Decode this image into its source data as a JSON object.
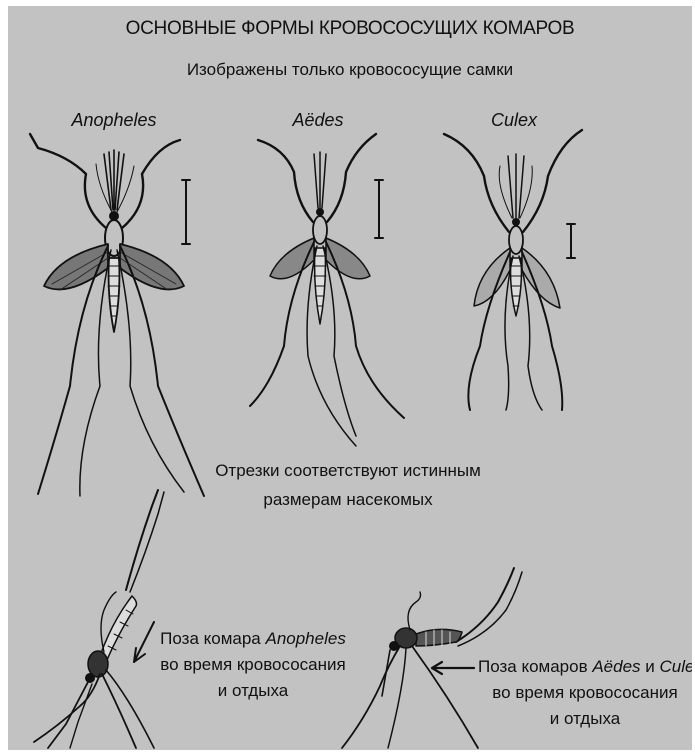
{
  "title": "ОСНОВНЫЕ ФОРМЫ КРОВОСОСУЩИХ КОМАРОВ",
  "subtitle": "Изображены только кровососущие самки",
  "genera": [
    {
      "name": "Anopheles"
    },
    {
      "name": "Aëdes"
    },
    {
      "name": "Culex"
    }
  ],
  "scale_note": {
    "line1": "Отрезки соответствуют истинным",
    "line2": "размерам насекомых"
  },
  "pose_anopheles": {
    "prefix": "Поза комара ",
    "genus": "Anopheles",
    "line2": "во время кровососания",
    "line3": "и отдыха"
  },
  "pose_aedes_culex": {
    "prefix": "Поза комаров ",
    "genus1": "Aëdes",
    "conj": " и ",
    "genus2": "Culex",
    "line2": "во время кровососания",
    "line3": "и отдыха"
  },
  "colors": {
    "background": "#c2c2c2",
    "ink": "#111111"
  }
}
